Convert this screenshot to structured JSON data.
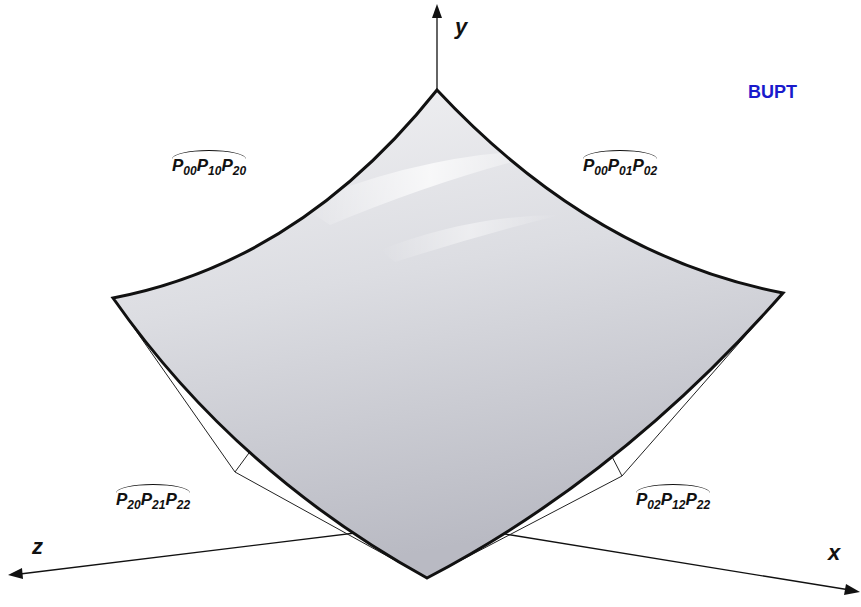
{
  "diagram": {
    "labels": [
      "y",
      "BUPT",
      "P00P10P20",
      "P00P01P02",
      "P20P21P22",
      "P02P12P22",
      "z",
      "x"
    ]
  }
}
